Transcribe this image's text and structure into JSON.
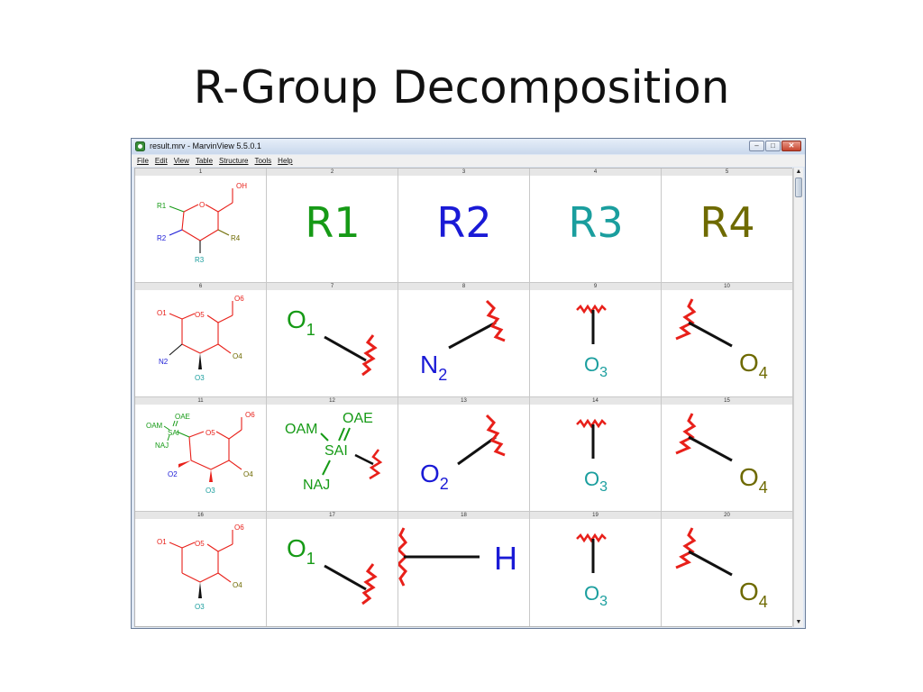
{
  "slide": {
    "title": "R-Group Decomposition"
  },
  "window": {
    "title": "result.mrv - MarvinView 5.5.0.1",
    "app_icon": "marvin-icon",
    "buttons": {
      "minimize": "–",
      "maximize": "□",
      "close": "✕"
    }
  },
  "menu": [
    {
      "label": "File"
    },
    {
      "label": "Edit"
    },
    {
      "label": "View"
    },
    {
      "label": "Table"
    },
    {
      "label": "Structure"
    },
    {
      "label": "Tools"
    },
    {
      "label": "Help"
    }
  ],
  "colors": {
    "red": "#e8201a",
    "green": "#169a16",
    "blue": "#1a1ad6",
    "teal": "#1a9e9e",
    "olive": "#6e6a00",
    "black": "#000000"
  },
  "cells": [
    {
      "index": "1",
      "kind": "scaffold",
      "labels": {
        "oh": "OH",
        "o": "O",
        "r1": "R1",
        "r2": "R2",
        "r3": "R3",
        "r4": "R4"
      }
    },
    {
      "index": "2",
      "kind": "rlabel",
      "text": "R1",
      "color": "#169a16"
    },
    {
      "index": "3",
      "kind": "rlabel",
      "text": "R2",
      "color": "#1a1ad6"
    },
    {
      "index": "4",
      "kind": "rlabel",
      "text": "R3",
      "color": "#1a9e9e"
    },
    {
      "index": "5",
      "kind": "rlabel",
      "text": "R4",
      "color": "#6e6a00"
    },
    {
      "index": "6",
      "kind": "sugar",
      "labels": {
        "o6": "O6",
        "o5": "O5",
        "o1": "O1",
        "sub2": "N2",
        "o4": "O4",
        "o3": "O3"
      }
    },
    {
      "index": "7",
      "kind": "fragment",
      "atom": "O",
      "sub": "1"
    },
    {
      "index": "8",
      "kind": "fragment",
      "atom": "N",
      "sub": "2"
    },
    {
      "index": "9",
      "kind": "fragment",
      "atom": "O",
      "sub": "3"
    },
    {
      "index": "10",
      "kind": "fragment",
      "atom": "O",
      "sub": "4"
    },
    {
      "index": "11",
      "kind": "sugar-sai",
      "labels": {
        "oam": "OAM",
        "oae": "OAE",
        "sai": "SAI",
        "naj": "NAJ",
        "o6": "O6",
        "o5": "O5",
        "o2": "O2",
        "o4": "O4",
        "o3": "O3"
      }
    },
    {
      "index": "12",
      "kind": "sai-fragment",
      "labels": {
        "oam": "OAM",
        "oae": "OAE",
        "sai": "SAI",
        "naj": "NAJ"
      }
    },
    {
      "index": "13",
      "kind": "fragment",
      "atom": "O",
      "sub": "2"
    },
    {
      "index": "14",
      "kind": "fragment",
      "atom": "O",
      "sub": "3"
    },
    {
      "index": "15",
      "kind": "fragment",
      "atom": "O",
      "sub": "4"
    },
    {
      "index": "16",
      "kind": "sugar",
      "labels": {
        "o6": "O6",
        "o5": "O5",
        "o1": "O1",
        "o4": "O4",
        "o3": "O3"
      }
    },
    {
      "index": "17",
      "kind": "fragment",
      "atom": "O",
      "sub": "1"
    },
    {
      "index": "18",
      "kind": "fragment",
      "atom": "H"
    },
    {
      "index": "19",
      "kind": "fragment",
      "atom": "O",
      "sub": "3"
    },
    {
      "index": "20",
      "kind": "fragment",
      "atom": "O",
      "sub": "4"
    }
  ],
  "scrollbar": {
    "up_icon": "▲",
    "down_icon": "▼"
  }
}
